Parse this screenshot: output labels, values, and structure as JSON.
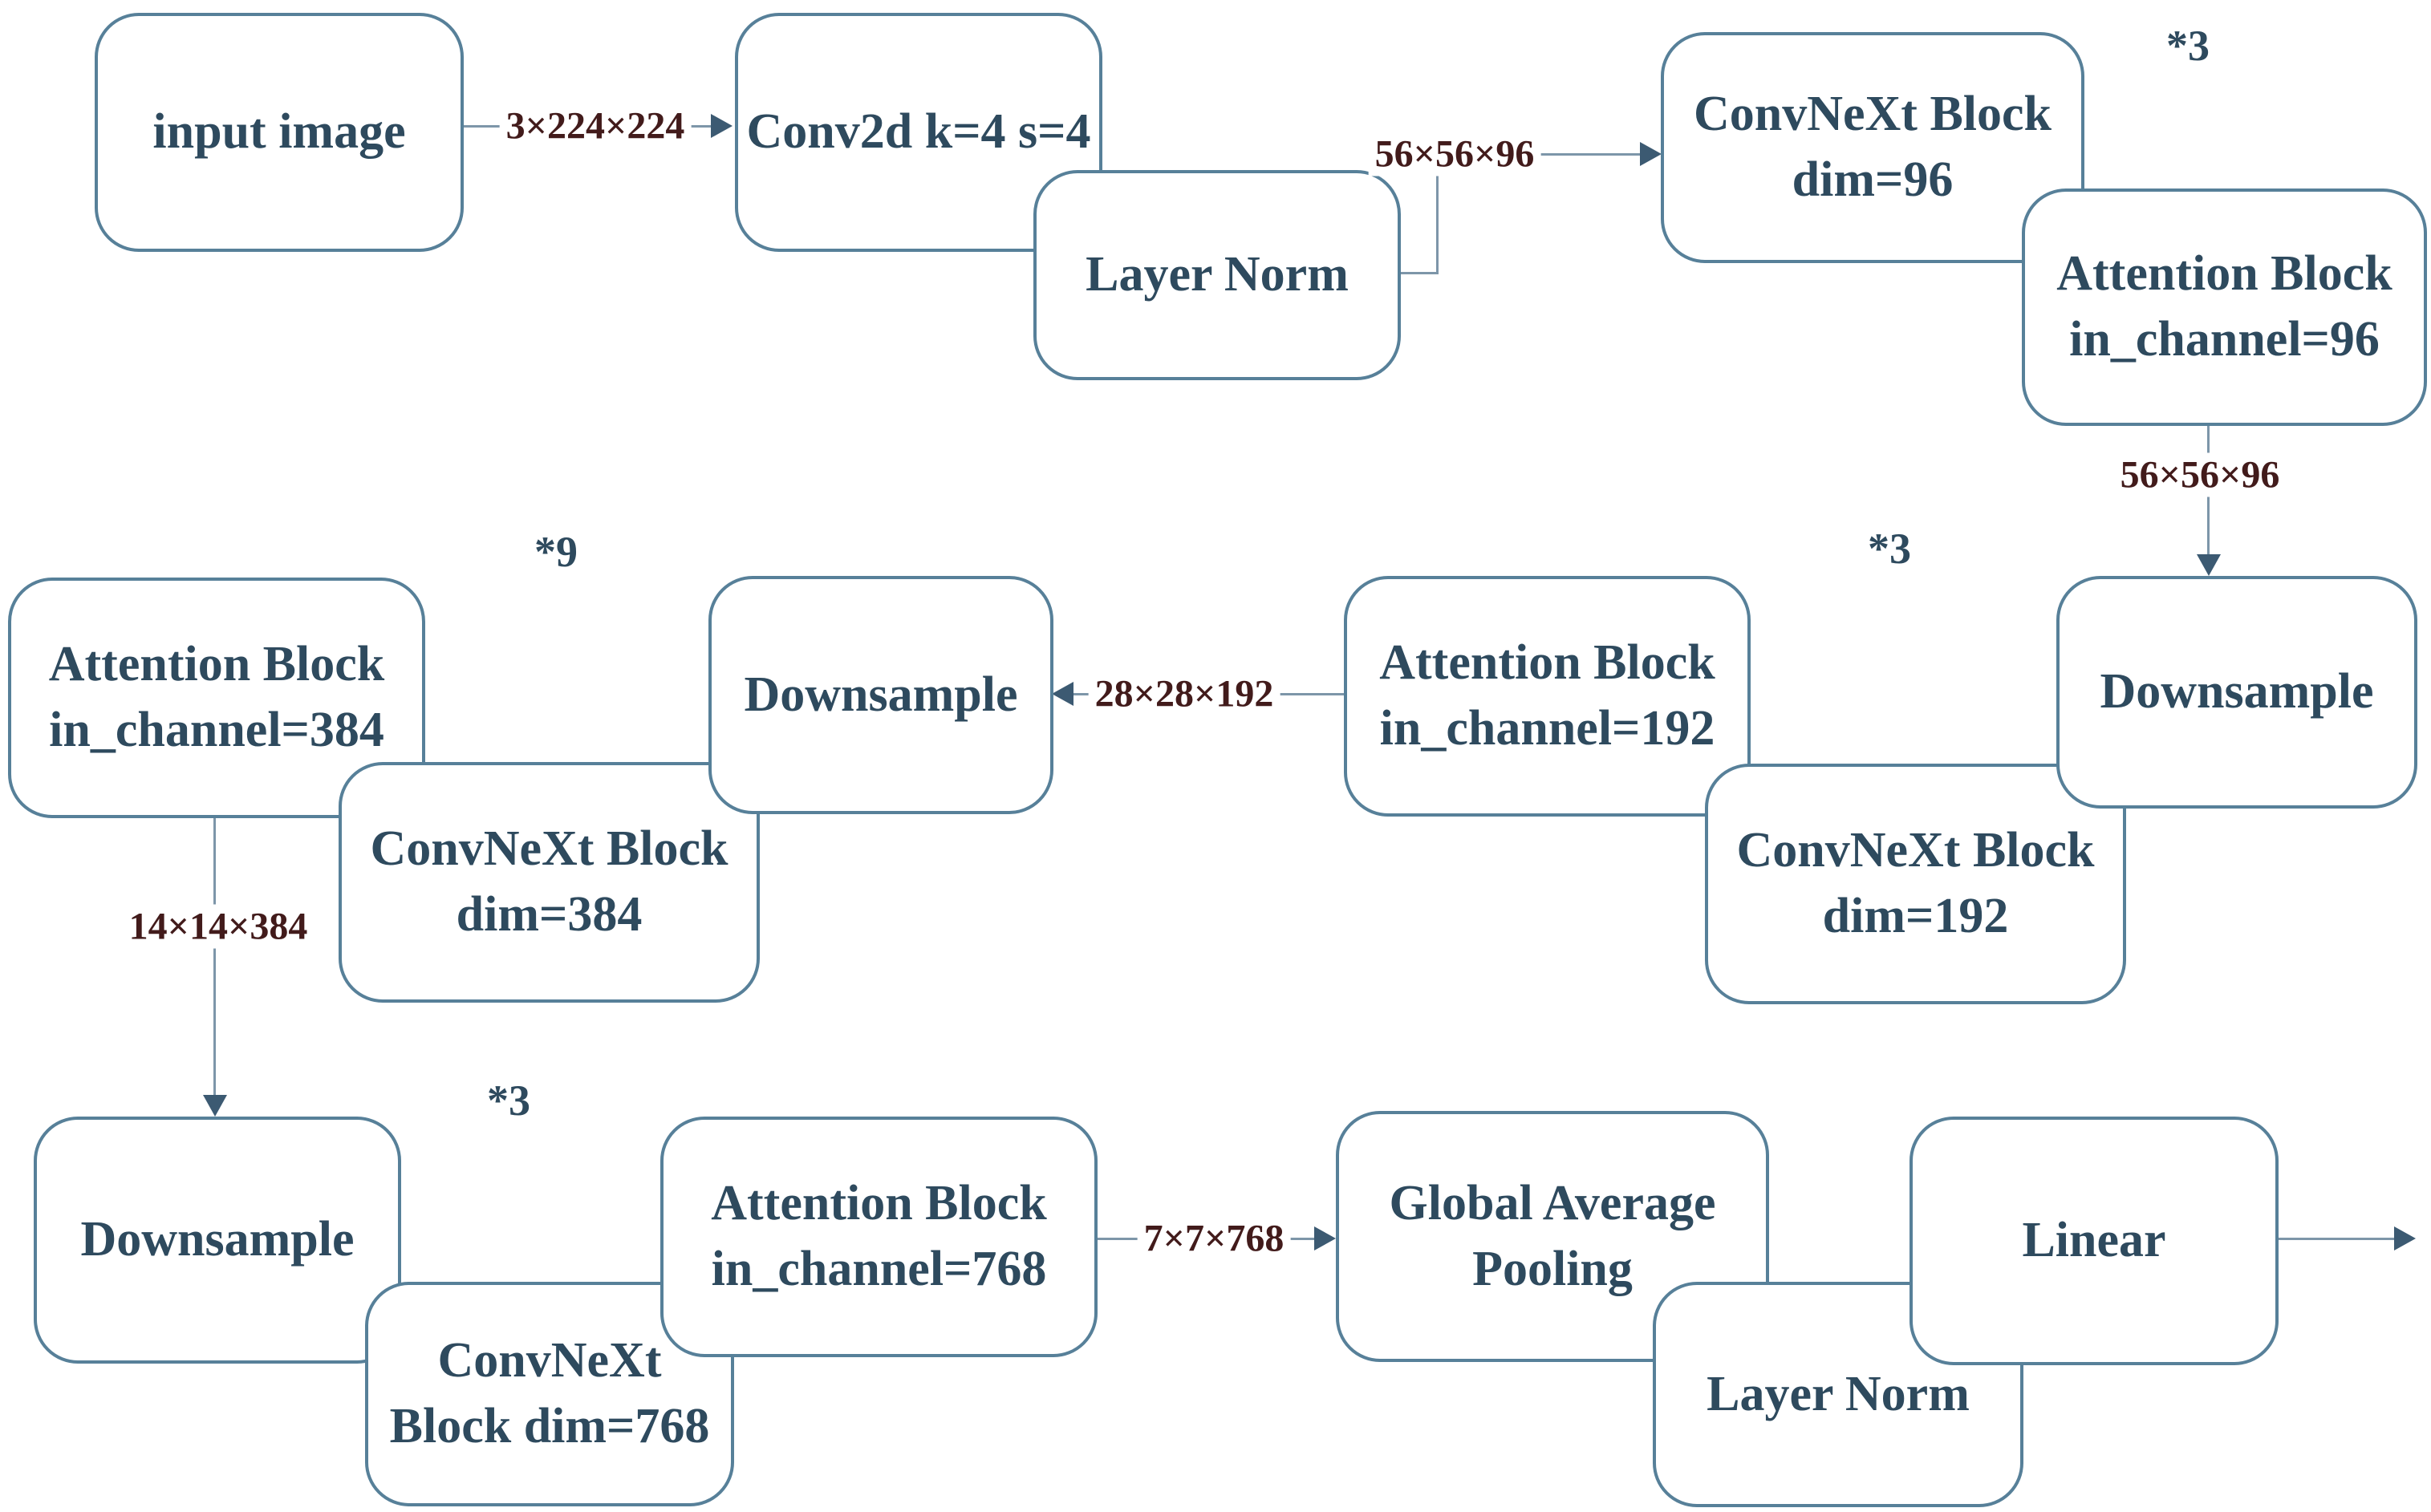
{
  "title": "ConvNeXt with Attention Blocks architecture diagram",
  "colors": {
    "border": "#578099",
    "text": "#2e4a5e",
    "dims": "#421b1b",
    "line": "#7d96a9",
    "arrow": "#3c5a72"
  },
  "nodes": {
    "input": {
      "line1": "input image",
      "line2": ""
    },
    "conv2d": {
      "line1": "Conv2d k=4 s=4",
      "line2": ""
    },
    "layer_norm_1": {
      "line1": "Layer Norm",
      "line2": ""
    },
    "convnext_96": {
      "line1": "ConvNeXt Block",
      "line2": "dim=96"
    },
    "attention_96": {
      "line1": "Attention Block",
      "line2": "in_channel=96"
    },
    "downsample_1": {
      "line1": "Downsample",
      "line2": ""
    },
    "attention_192": {
      "line1": "Attention Block",
      "line2": "in_channel=192"
    },
    "convnext_192": {
      "line1": "ConvNeXt Block",
      "line2": "dim=192"
    },
    "downsample_2": {
      "line1": "Downsample",
      "line2": ""
    },
    "attention_384": {
      "line1": "Attention Block",
      "line2": "in_channel=384"
    },
    "convnext_384": {
      "line1": "ConvNeXt Block",
      "line2": "dim=384"
    },
    "downsample_3": {
      "line1": "Downsample",
      "line2": ""
    },
    "convnext_768": {
      "line1": "ConvNeXt",
      "line2": "Block dim=768"
    },
    "attention_768": {
      "line1": "Attention Block",
      "line2": "in_channel=768"
    },
    "global_avg_pool": {
      "line1": "Global Average",
      "line2": "Pooling"
    },
    "layer_norm_2": {
      "line1": "Layer Norm",
      "line2": ""
    },
    "linear": {
      "line1": "Linear",
      "line2": ""
    }
  },
  "dims": {
    "input_to_conv": "3×224×224",
    "stem_out": "56×56×96",
    "stage1_out": "56×56×96",
    "stage2_out": "28×28×192",
    "stage3_out": "14×14×384",
    "stage4_out": "7×7×768"
  },
  "multipliers": {
    "stage1": "*3",
    "stage2": "*3",
    "stage3": "*9",
    "stage4": "*3"
  }
}
